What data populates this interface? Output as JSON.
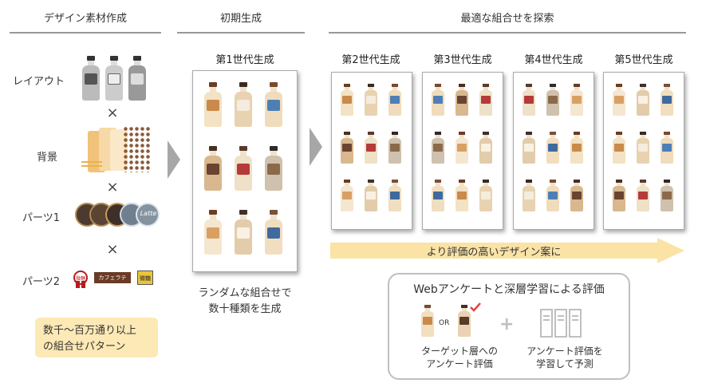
{
  "sections": {
    "materials": "デザイン素材作成",
    "initial": "初期生成",
    "search": "最適な組合せを探索"
  },
  "materials": {
    "rows": [
      {
        "label": "レイアウト"
      },
      {
        "label": "背景"
      },
      {
        "label": "パーツ1"
      },
      {
        "label": "パーツ2"
      }
    ],
    "times": "×",
    "note": [
      "数千～百万通り以上",
      "の組合せパターン"
    ],
    "part1_badge": "Latte",
    "part2_tags": [
      "微糖",
      "カフェラテ",
      "微糖"
    ]
  },
  "initial": {
    "gen_title": "第1世代生成",
    "caption": [
      "ランダムな組合せで",
      "数十種類を生成"
    ]
  },
  "generations": [
    {
      "title": "第2世代生成"
    },
    {
      "title": "第3世代生成"
    },
    {
      "title": "第4世代生成"
    },
    {
      "title": "第5世代生成"
    }
  ],
  "progress_arrow": "より評価の高いデザイン案に",
  "evaluation": {
    "title": "Webアンケートと深層学習による評価",
    "or": "OR",
    "plus": "+",
    "left_caption": [
      "ターゲット層への",
      "アンケート評価"
    ],
    "right_caption": [
      "アンケート評価を",
      "学習して予測"
    ]
  },
  "colors": {
    "arrow_fill": "#fbe3a6",
    "note_fill": "#fde9b5",
    "check": "#e0463d",
    "gray_arrow": "#a7a7a7"
  }
}
